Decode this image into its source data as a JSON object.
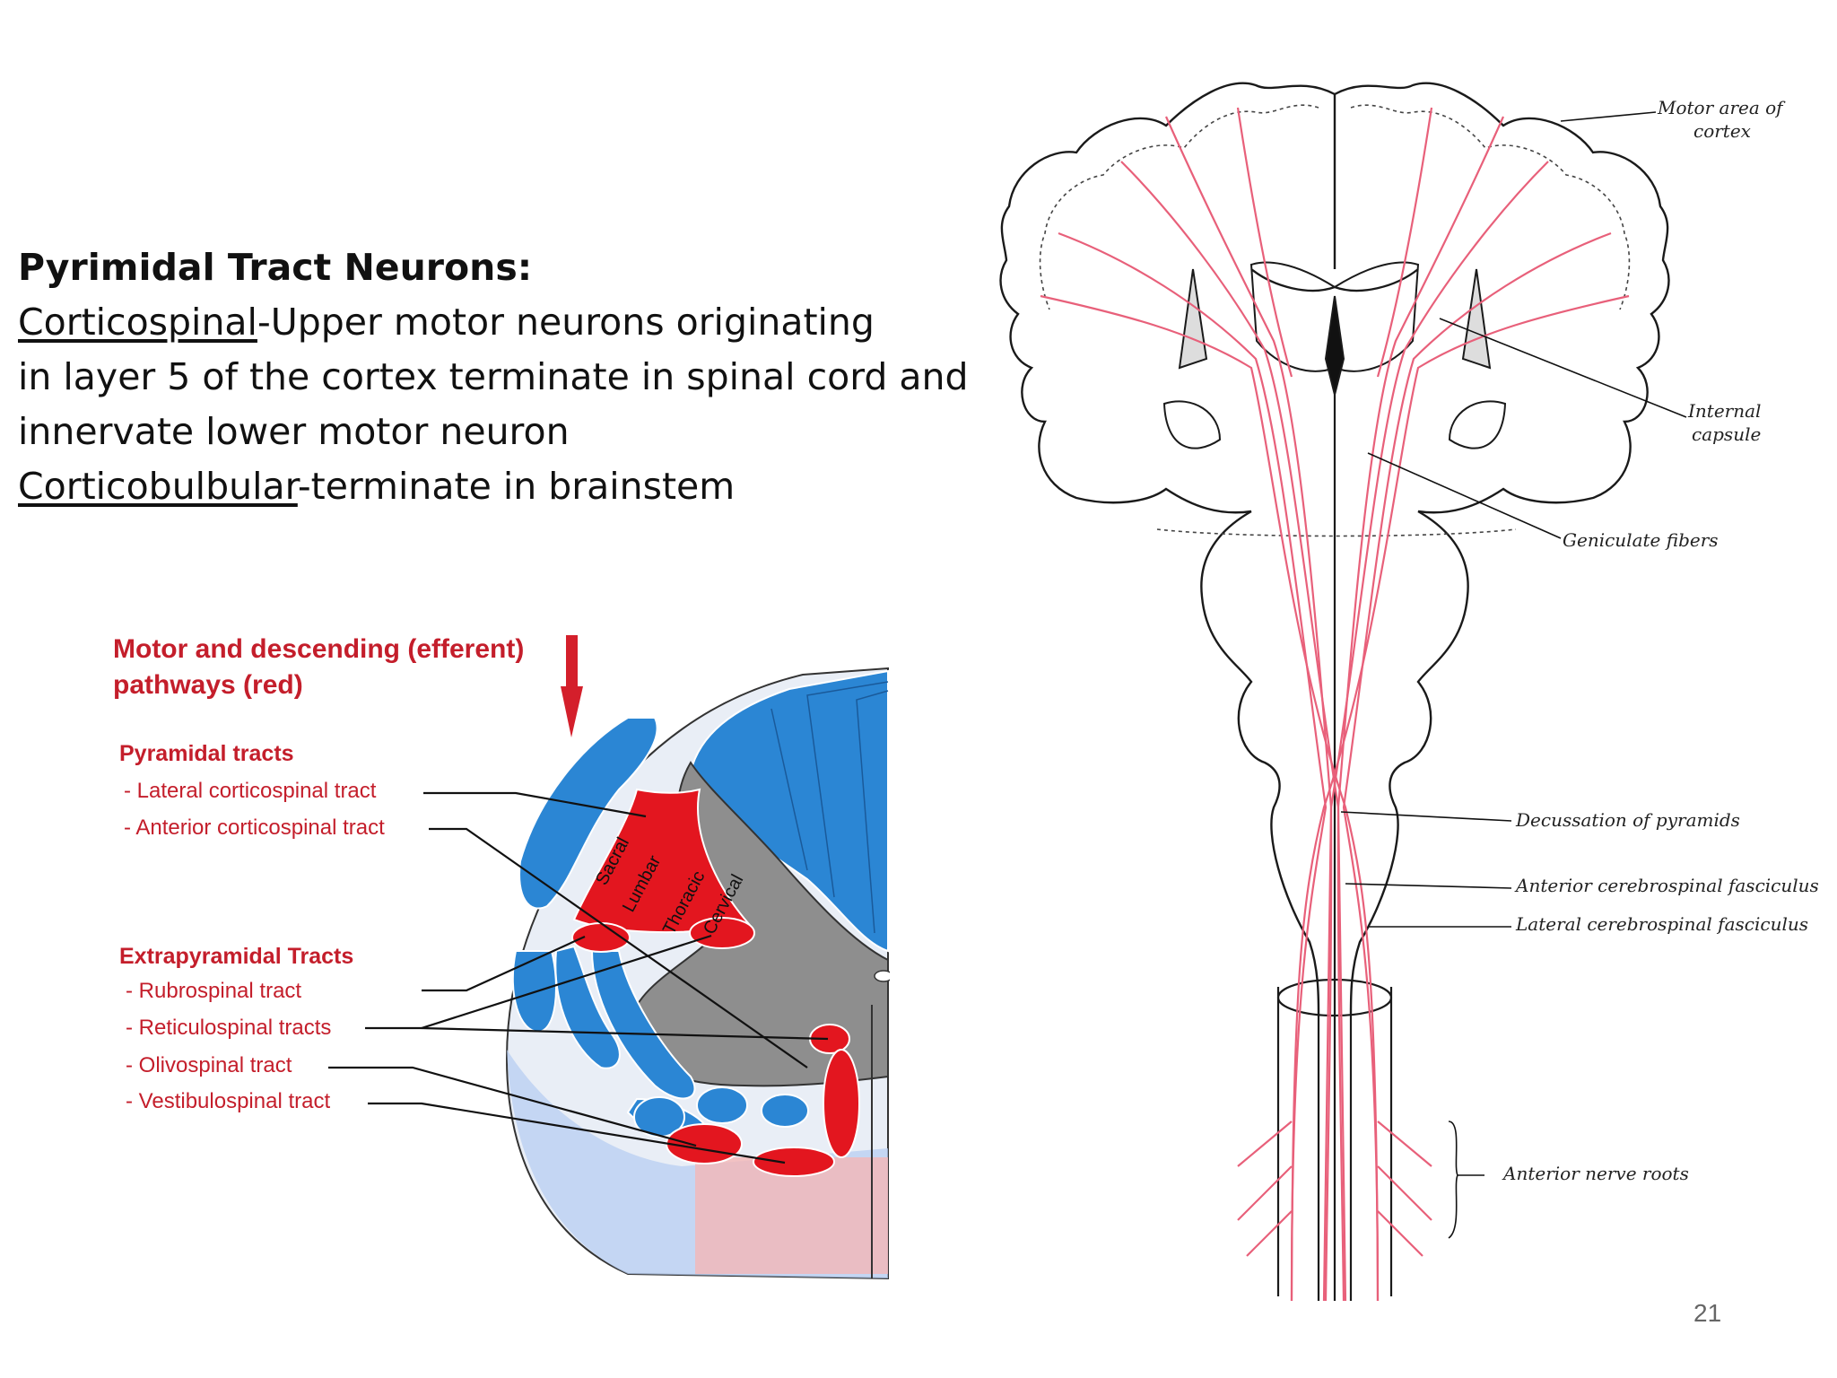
{
  "text": {
    "heading": "Pyrimidal Tract Neurons:",
    "corticospinal_term": "Corticospinal",
    "corticospinal_line1_rest": "-Upper motor neurons originating",
    "corticospinal_line2": "in layer 5 of the cortex terminate in spinal cord and",
    "corticospinal_line3": "innervate lower motor neuron",
    "corticobulbular_term": "Corticobulbular",
    "corticobulbular_rest": "-terminate in brainstem"
  },
  "spinal_cord_figure": {
    "title_line1": "Motor and descending (efferent)",
    "title_line2": "pathways   (red)",
    "pyramidal_heading": "Pyramidal tracts",
    "pyramidal_items": [
      "- Lateral corticospinal tract",
      "- Anterior corticospinal tract"
    ],
    "segment_labels": [
      "Sacral",
      "Lumbar",
      "Thoracic",
      "Cervical"
    ],
    "extrapyramidal_heading": "Extrapyramidal Tracts",
    "extrapyramidal_items": [
      "- Rubrospinal tract",
      "- Reticulospinal tracts",
      "- Olivospinal tract",
      "- Vestibulospinal tract"
    ],
    "colors": {
      "label_red": "#c41e2b",
      "tract_blue": "#2b86d4",
      "tract_red": "#e3161f",
      "gray_matter": "#8e8e8e"
    }
  },
  "gray_figure": {
    "labels": {
      "motor_area_1": "Motor area of",
      "motor_area_2": "cortex",
      "internal_capsule_1": "Internal",
      "internal_capsule_2": "capsule",
      "geniculate": "Geniculate fibers",
      "decussation": "Decussation of pyramids",
      "anterior_fasciculus": "Anterior cerebrospinal fasciculus",
      "lateral_fasciculus": "Lateral cerebrospinal fasciculus",
      "anterior_roots": "Anterior nerve roots"
    },
    "colors": {
      "fiber": "#e8607a",
      "outline": "#1a1a1a"
    }
  },
  "page_number": "21"
}
